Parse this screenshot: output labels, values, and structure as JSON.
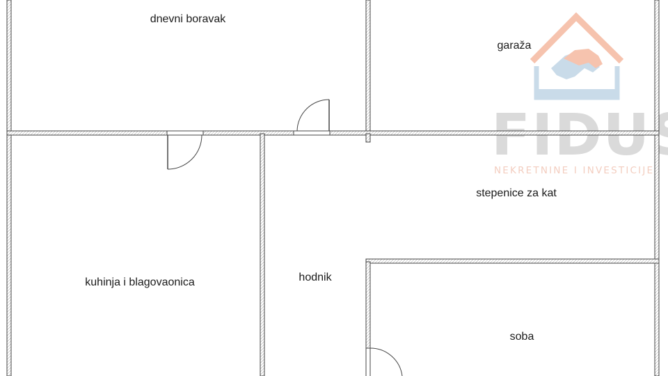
{
  "rooms": {
    "dnevni_boravak": "dnevni boravak",
    "garaza": "garaža",
    "stepenice": "stepenice za kat",
    "kuhinja": "kuhinja i blagovaonica",
    "hodnik": "hodnik",
    "soba": "soba"
  },
  "watermark": {
    "brand": "FIDUS",
    "tagline": "NEKRETNINE I INVESTICIJE",
    "roof_color": "#f6c3ae",
    "house_color": "#c9dbe9",
    "text_color": "#dadada"
  },
  "colors": {
    "wall": "#444444",
    "wall_fill": "#ffffff"
  }
}
